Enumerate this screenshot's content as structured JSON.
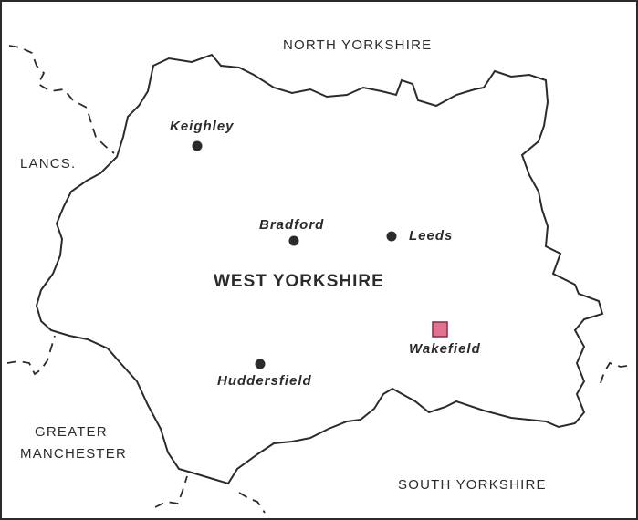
{
  "regions": {
    "north": "NORTH YORKSHIRE",
    "lancs": "LANCS.",
    "greater_manchester": [
      "GREATER",
      "MANCHESTER"
    ],
    "south": "SOUTH YORKSHIRE",
    "main": "WEST YORKSHIRE"
  },
  "towns": {
    "keighley": "Keighley",
    "bradford": "Bradford",
    "leeds": "Leeds",
    "huddersfield": "Huddersfield",
    "wakefield": "Wakefield"
  },
  "colors": {
    "ink": "#2b2b2b",
    "county_town_fill": "#e0728f",
    "county_town_stroke": "#8a2a40",
    "background": "#ffffff"
  },
  "legend_semantics": {
    "town_marker": "filled-dot",
    "county_town_marker": "filled-square"
  }
}
